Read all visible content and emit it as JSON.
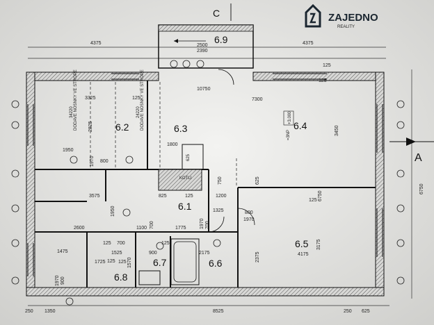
{
  "brand": {
    "name": "ZAJEDNO",
    "subtitle": "REALITY"
  },
  "section_marks": {
    "top": "C",
    "right": "A"
  },
  "dims_top": [
    "4375",
    "2500",
    "4375",
    "2390",
    "10750",
    "125"
  ],
  "dims_upper": [
    "3325",
    "125",
    "7300",
    "125"
  ],
  "dims_left_mid": [
    "1950",
    "800",
    "1970",
    "1800"
  ],
  "dims_mid": [
    "3575",
    "825",
    "125",
    "1200",
    "750",
    "625",
    "6750",
    "125"
  ],
  "dims_lower": [
    "1950",
    "1325",
    "800",
    "1970",
    "2600",
    "1100",
    "700",
    "1775",
    "700",
    "1970"
  ],
  "dims_bottom_row": [
    "1475",
    "125",
    "700",
    "1525",
    "900",
    "125",
    "2175",
    "2375",
    "3175",
    "4175"
  ],
  "dims_small": [
    "125",
    "1725",
    "1570",
    "125",
    "900",
    "1970"
  ],
  "dims_base": [
    "250",
    "1350",
    "8525",
    "250",
    "625"
  ],
  "dims_right": [
    "3450",
    "6750"
  ],
  "rooms": {
    "r62": "6.2",
    "r63": "6.3",
    "r64": "6.4",
    "r61": "6.1",
    "r65": "6.5",
    "r66": "6.6",
    "r67": "6.7",
    "r68": "6.8",
    "r69": "6.9"
  },
  "notes": {
    "level": "+3.000",
    "floor": "=3NP",
    "wall_left": "DODAVE NOSNKY VE STROPE",
    "wall_left_code": "34220",
    "wall_left2": "DODAVE NOSNKY VE STROPE",
    "wall_left2_code": "24220",
    "kitchen_sign": "KOTLI",
    "kitchen_num": "625"
  },
  "misc": {
    "height_62": "2825",
    "height_lower": "1950"
  }
}
